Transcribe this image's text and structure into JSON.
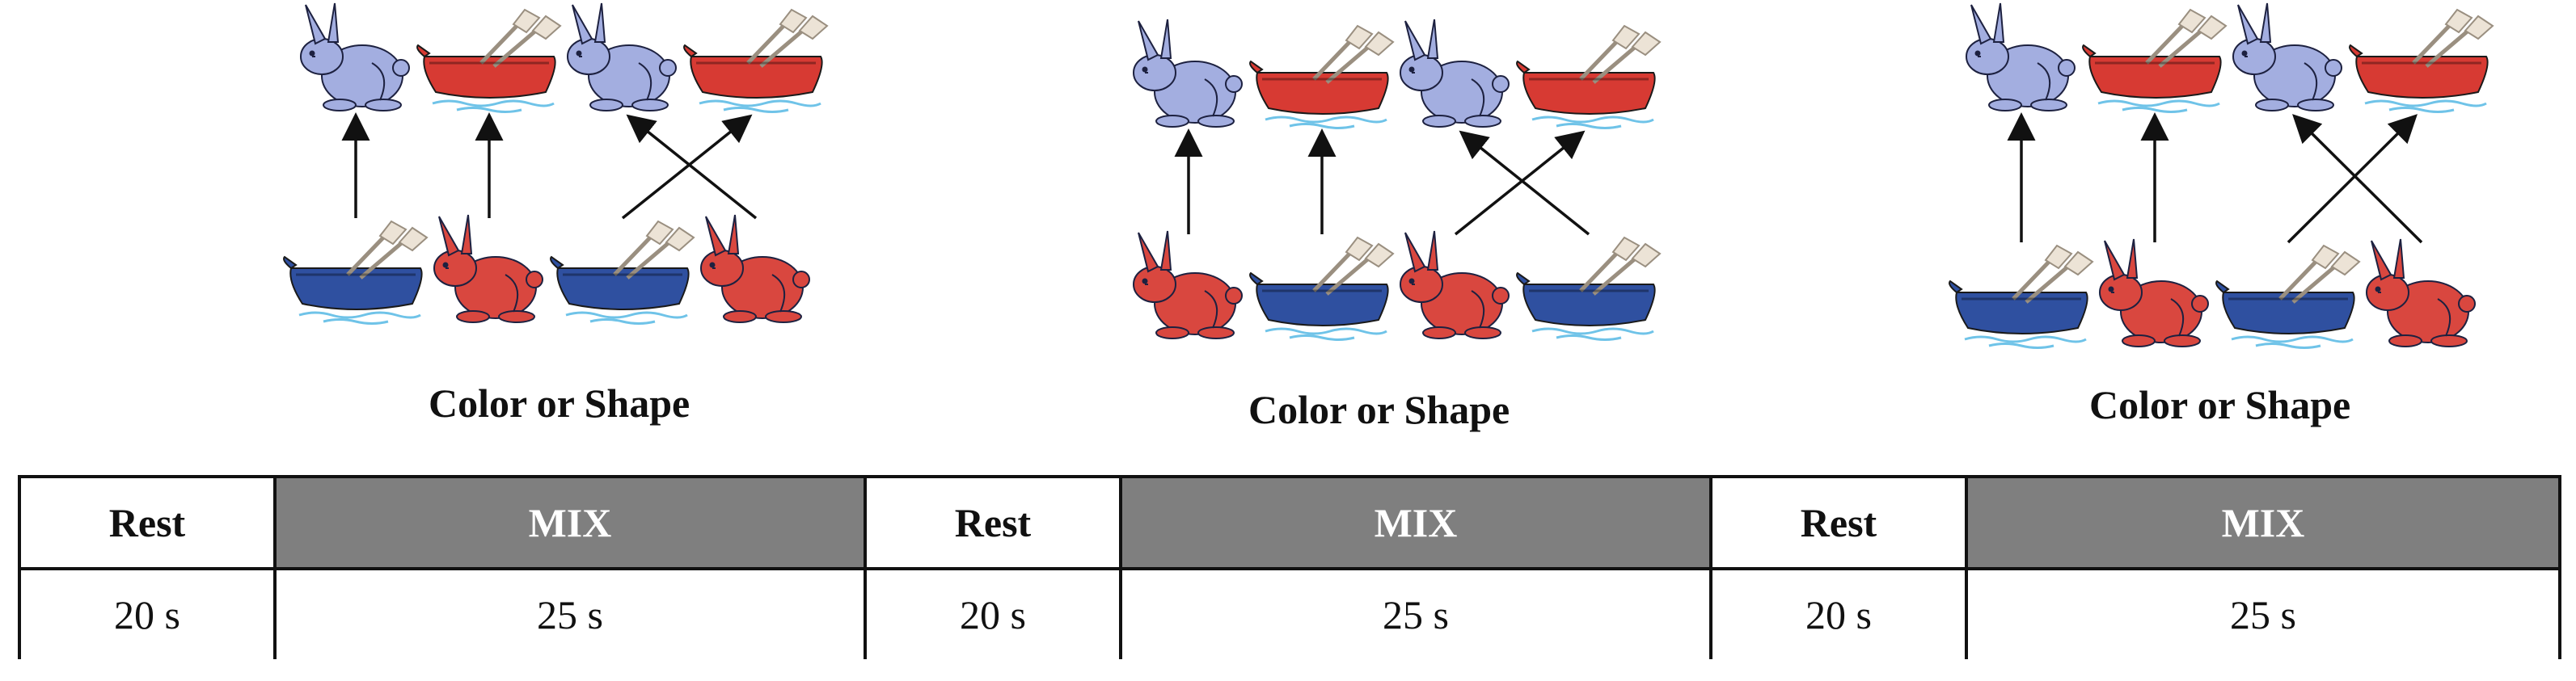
{
  "panels": [
    {
      "caption": "Color or Shape",
      "top_row": [
        "rabbit-blue",
        "boat-red",
        "rabbit-blue",
        "boat-red"
      ],
      "bottom_row": [
        "boat-blue",
        "rabbit-red",
        "boat-blue",
        "rabbit-red"
      ]
    },
    {
      "caption": "Color or Shape",
      "top_row": [
        "rabbit-blue",
        "boat-red",
        "rabbit-blue",
        "boat-red"
      ],
      "bottom_row": [
        "rabbit-red",
        "boat-blue",
        "rabbit-red",
        "boat-blue"
      ]
    },
    {
      "caption": "Color or Shape",
      "top_row": [
        "rabbit-blue",
        "boat-red",
        "rabbit-blue",
        "boat-red"
      ],
      "bottom_row": [
        "boat-blue",
        "rabbit-red",
        "boat-blue",
        "rabbit-red"
      ]
    }
  ],
  "schedule": {
    "phases": [
      "Rest",
      "MIX",
      "Rest",
      "MIX",
      "Rest",
      "MIX"
    ],
    "durations": [
      "20 s",
      "25 s",
      "20 s",
      "25 s",
      "20 s",
      "25 s"
    ]
  },
  "colors": {
    "blue_rabbit": "#a3aee0",
    "red_rabbit": "#d9473f",
    "blue_boat": "#2f50a0",
    "red_boat": "#d73a33",
    "water": "#6fc3e8",
    "mix_fill": "#7f7f7f"
  }
}
